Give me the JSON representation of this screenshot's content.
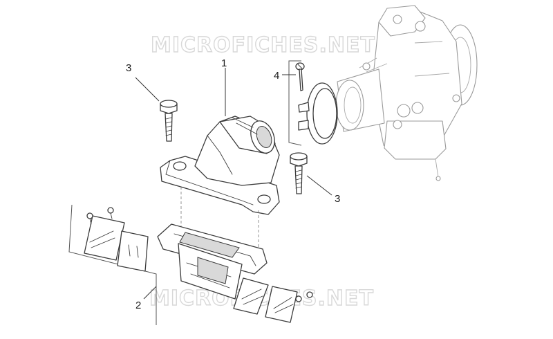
{
  "watermark": {
    "top_text": "MICROFICHES.NET",
    "bottom_text": "MICROFICHES.NET"
  },
  "callouts": {
    "manifold": "1",
    "reed_valve": "2",
    "screw_upper": "3",
    "screw_lower": "3",
    "clamp": "4"
  },
  "colors": {
    "line": "#3a3a3a",
    "ghost_line": "#9a9a9a",
    "watermark": "#d8d8d8",
    "background": "#ffffff"
  }
}
